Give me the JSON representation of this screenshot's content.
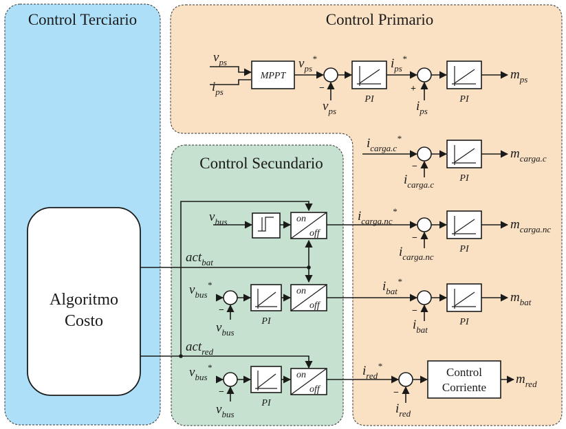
{
  "regions": {
    "terciario": {
      "title": "Control Terciario",
      "color": "#ade0f8"
    },
    "primario": {
      "title": "Control Primario",
      "color": "#fbe1c3"
    },
    "secundario": {
      "title": "Control Secundario",
      "color": "#c6e1cf"
    }
  },
  "blocks": {
    "mppt": "MPPT",
    "pi": "PI",
    "on": "on",
    "off": "off",
    "algoritmo_line1": "Algoritmo",
    "algoritmo_line2": "Costo",
    "control_corriente_line1": "Control",
    "control_corriente_line2": "Corriente"
  },
  "symbols": {
    "v": "v",
    "i": "i",
    "m": "m",
    "act": "act",
    "star": "*",
    "minus": "−",
    "plus": "+",
    "ps": "ps",
    "bus": "bus",
    "bat": "bat",
    "red": "red",
    "carga_c": "carga.c",
    "carga_nc": "carga.nc"
  }
}
